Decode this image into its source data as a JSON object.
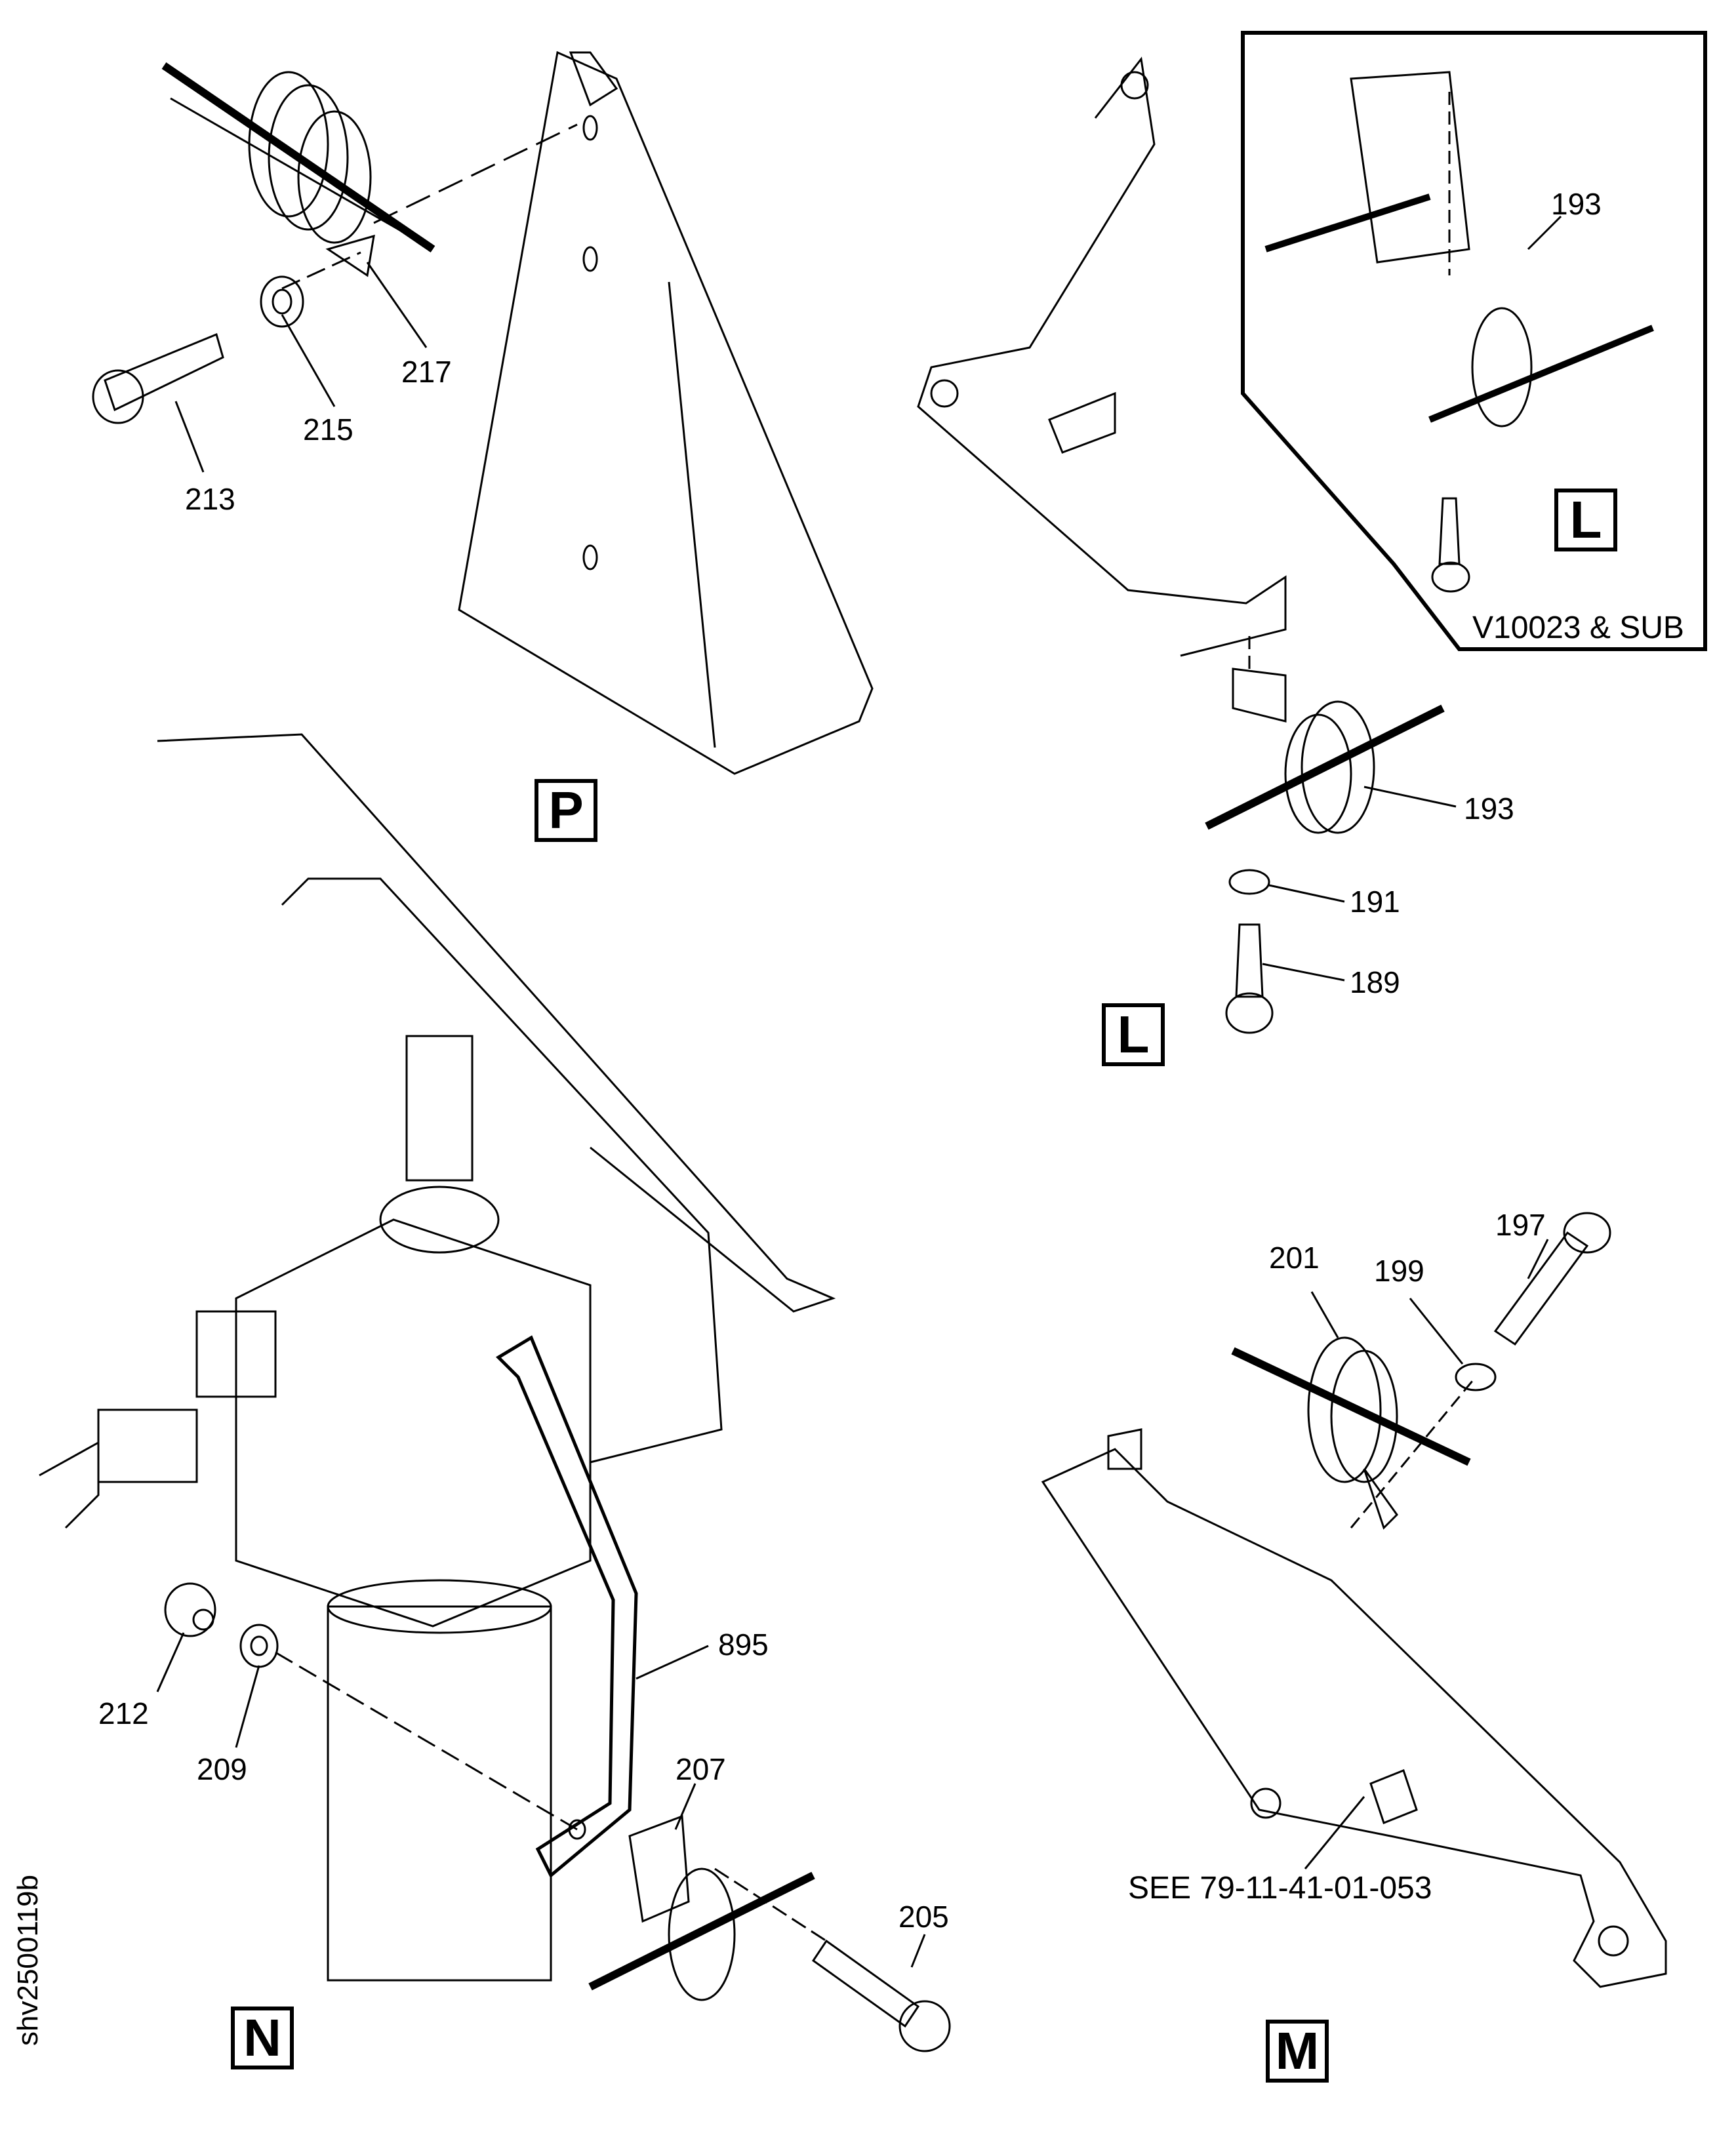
{
  "diagram": {
    "drawing_code": "shv2500119b",
    "colors": {
      "line": "#000000",
      "background": "#ffffff"
    },
    "views": [
      {
        "id": "P",
        "label": "P"
      },
      {
        "id": "L",
        "label": "L"
      },
      {
        "id": "L-inset",
        "label": "L"
      },
      {
        "id": "N",
        "label": "N"
      },
      {
        "id": "M",
        "label": "M"
      }
    ],
    "inset_note": "V10023 & SUB",
    "reference_note": "SEE 79-11-41-01-053",
    "callouts": [
      {
        "id": "213",
        "label": "213"
      },
      {
        "id": "215",
        "label": "215"
      },
      {
        "id": "217",
        "label": "217"
      },
      {
        "id": "193a",
        "label": "193"
      },
      {
        "id": "193b",
        "label": "193"
      },
      {
        "id": "191",
        "label": "191"
      },
      {
        "id": "189",
        "label": "189"
      },
      {
        "id": "201",
        "label": "201"
      },
      {
        "id": "199",
        "label": "199"
      },
      {
        "id": "197",
        "label": "197"
      },
      {
        "id": "895",
        "label": "895"
      },
      {
        "id": "212",
        "label": "212"
      },
      {
        "id": "209",
        "label": "209"
      },
      {
        "id": "207",
        "label": "207"
      },
      {
        "id": "205",
        "label": "205"
      }
    ]
  }
}
